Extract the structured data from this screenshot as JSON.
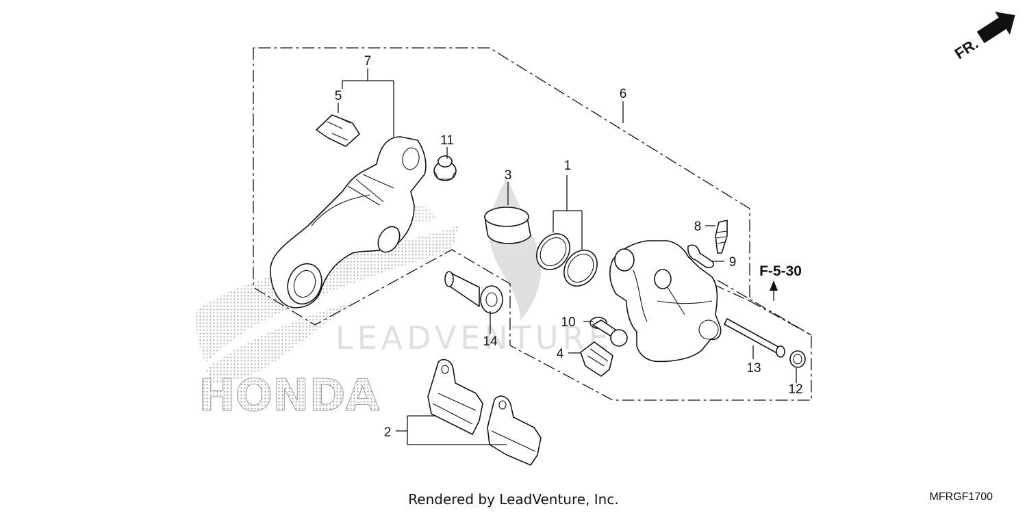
{
  "diagram": {
    "callouts": [
      "1",
      "2",
      "3",
      "4",
      "5",
      "6",
      "7",
      "8",
      "9",
      "10",
      "11",
      "12",
      "13",
      "14"
    ],
    "reference": "F-5-30",
    "direction_label": "FR.",
    "watermark_brand": "HONDA",
    "watermark_text": "LEADVENTURE"
  },
  "footer": {
    "credit": "Rendered by LeadVenture, Inc.",
    "code": "MFRGF1700"
  }
}
